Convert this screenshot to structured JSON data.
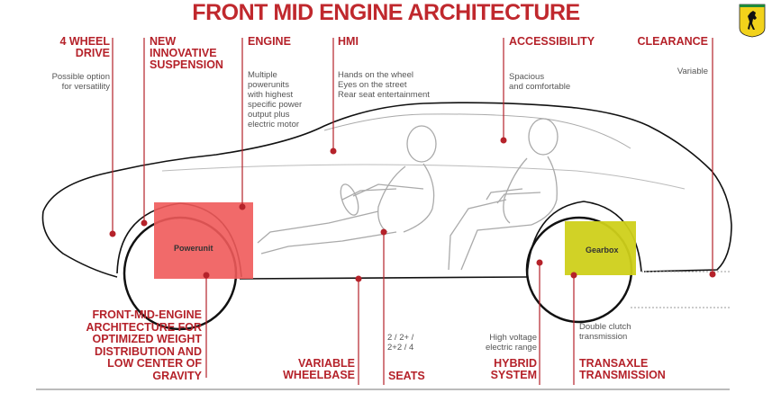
{
  "title": "FRONT MID ENGINE ARCHITECTURE",
  "logo": {
    "icon": "prancing-horse-shield-icon",
    "colors": {
      "shield": "#f2d21b",
      "horse": "#111111"
    }
  },
  "colors": {
    "accent": "#b5222a",
    "powerunit": "#f05a5a",
    "gearbox": "#cfd01a",
    "line": "#111111"
  },
  "top_labels": [
    {
      "id": "4wd",
      "heading": "4 WHEEL DRIVE",
      "lines": [
        "4 WHEEL",
        "DRIVE"
      ],
      "desc": [
        "Possible option",
        "for versatility"
      ]
    },
    {
      "id": "suspension",
      "heading": "NEW INNOVATIVE SUSPENSION",
      "lines": [
        "NEW",
        "INNOVATIVE",
        "SUSPENSION"
      ],
      "desc": []
    },
    {
      "id": "engine",
      "heading": "ENGINE",
      "lines": [
        "ENGINE"
      ],
      "desc": [
        "Multiple",
        "powerunits",
        "with highest",
        "specific power",
        "output plus",
        "electric motor"
      ]
    },
    {
      "id": "hmi",
      "heading": "HMI",
      "lines": [
        "HMI"
      ],
      "desc": [
        "Hands on the wheel",
        "Eyes on the street",
        "Rear seat entertainment"
      ]
    },
    {
      "id": "accessibility",
      "heading": "ACCESSIBILITY",
      "lines": [
        "ACCESSIBILITY"
      ],
      "desc": [
        "Spacious",
        "and comfortable"
      ]
    },
    {
      "id": "clearance",
      "heading": "CLEARANCE",
      "lines": [
        "CLEARANCE"
      ],
      "desc": [
        "Variable"
      ]
    }
  ],
  "bottom_labels": [
    {
      "id": "front-mid",
      "lines": [
        "FRONT-MID-ENGINE",
        "ARCHITECTURE FOR",
        "OPTIMIZED WEIGHT",
        "DISTRIBUTION AND",
        "LOW CENTER OF",
        "GRAVITY"
      ],
      "desc": []
    },
    {
      "id": "wheelbase",
      "lines": [
        "VARIABLE",
        "WHEELBASE"
      ],
      "desc": []
    },
    {
      "id": "seats",
      "lines": [
        "SEATS"
      ],
      "desc": [
        "2 / 2+ /",
        "2+2 / 4"
      ]
    },
    {
      "id": "hybrid",
      "lines": [
        "HYBRID",
        "SYSTEM"
      ],
      "desc": [
        "High voltage",
        "electric range"
      ]
    },
    {
      "id": "transaxle",
      "lines": [
        "TRANSAXLE",
        "TRANSMISSION"
      ],
      "desc": [
        "Double clutch",
        "transmission"
      ]
    }
  ],
  "components": {
    "powerunit": "Powerunit",
    "gearbox": "Gearbox"
  }
}
